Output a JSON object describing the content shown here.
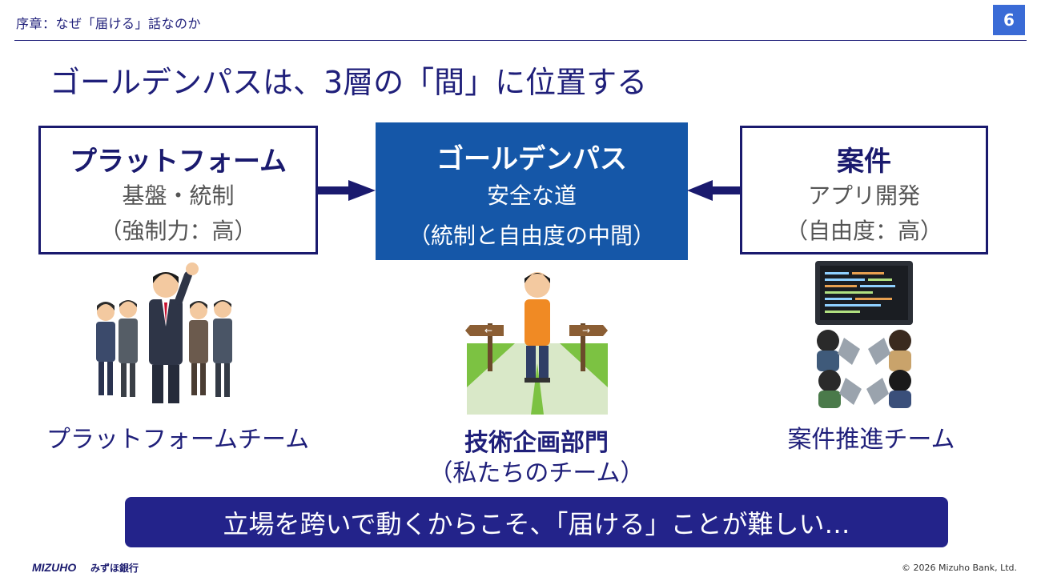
{
  "header": {
    "breadcrumb": "序章：なぜ「届ける」話なのか",
    "page_number": "6"
  },
  "title": "ゴールデンパスは、3層の「間」に位置する",
  "boxes": {
    "left": {
      "title": "プラットフォーム",
      "line1": "基盤・統制",
      "line2": "（強制力：高）"
    },
    "center": {
      "title": "ゴールデンパス",
      "line1": "安全な道",
      "line2": "（統制と自由度の中間）"
    },
    "right": {
      "title": "案件",
      "line1": "アプリ開発",
      "line2": "（自由度：高）"
    }
  },
  "teams": {
    "left": "プラットフォームチーム",
    "center_line1": "技術企画部門",
    "center_line2": "（私たちのチーム）",
    "right": "案件推進チーム"
  },
  "banner": "立場を跨いで動くからこそ、「届ける」ことが難しい…",
  "footer": {
    "logo_en": "MIZUHO",
    "logo_jp": "みずほ銀行",
    "copyright": "© 2026 Mizuho Bank, Ltd."
  },
  "colors": {
    "navy": "#1a1a6e",
    "center_box": "#1557a8",
    "banner": "#23238a",
    "page_badge": "#3a6bd6"
  },
  "icons": [
    "arrow-right-icon",
    "arrow-left-icon",
    "business-people-illustration",
    "crossroads-person-illustration",
    "programmers-illustration"
  ]
}
